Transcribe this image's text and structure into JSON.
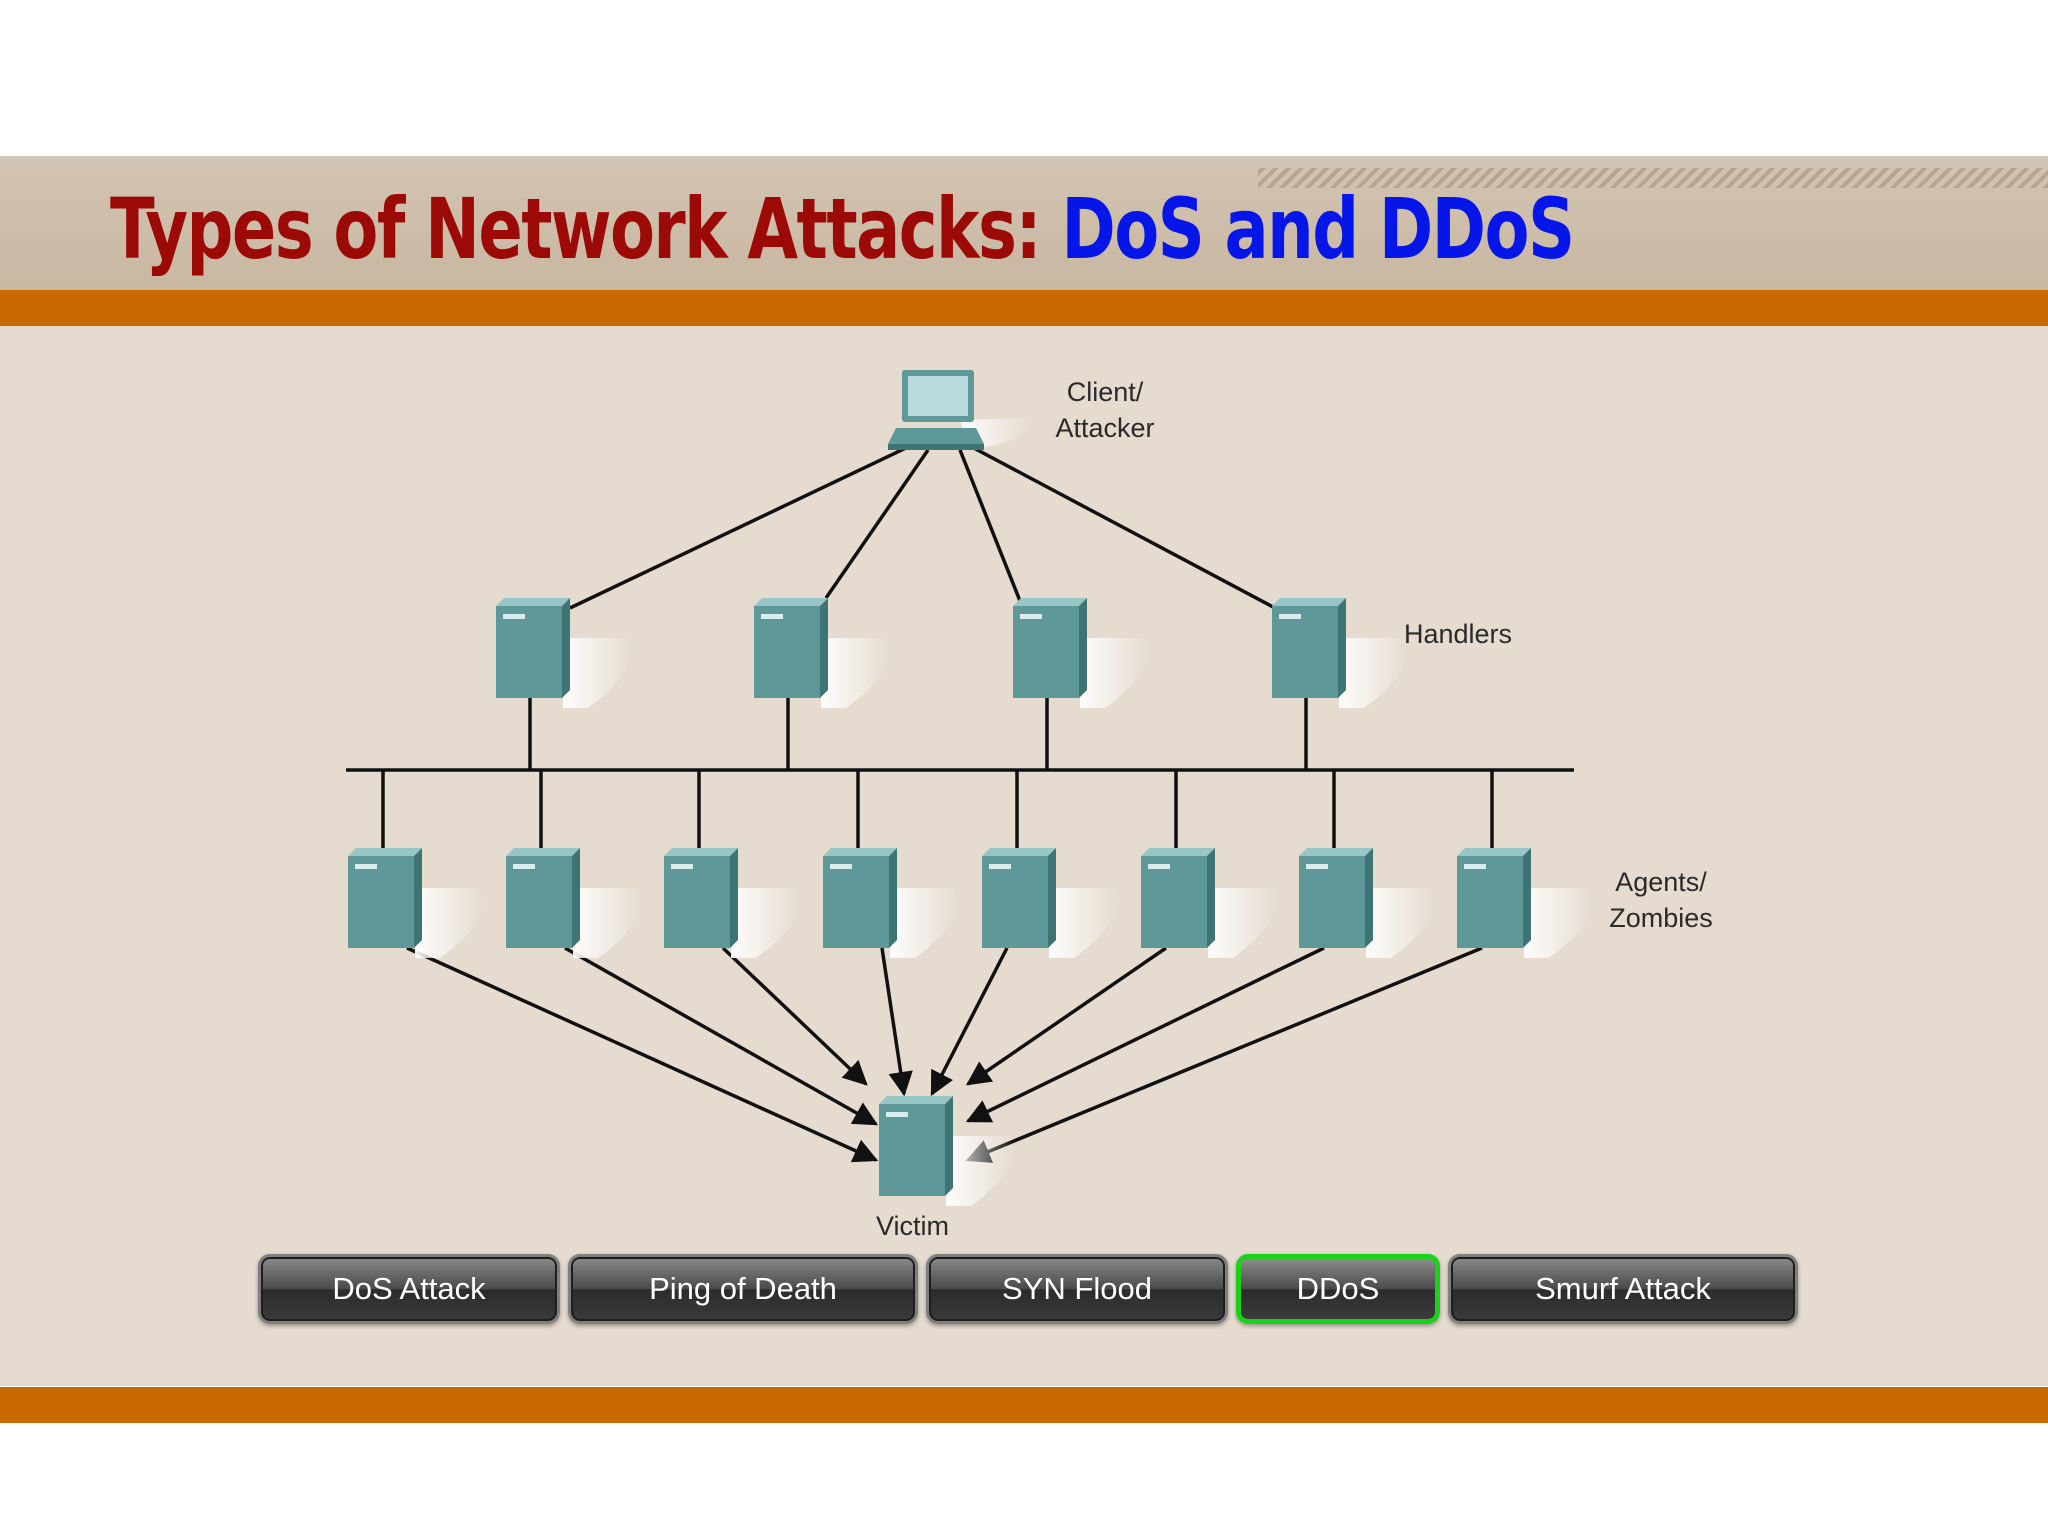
{
  "slide": {
    "title_part1": "Types of Network Attacks: ",
    "title_part2": "DoS and DDoS",
    "colors": {
      "title_red": "#9b0a06",
      "title_blue": "#0716e8",
      "band_orange": "#c96a00",
      "title_band": "#ccbba6",
      "panel": "#e5dccf",
      "device_teal": "#5f9898",
      "active_button_border": "#1bd21b"
    }
  },
  "diagram": {
    "labels": {
      "client": "Client/\nAttacker",
      "handlers": "Handlers",
      "agents": "Agents/\nZombies",
      "victim": "Victim"
    },
    "icons": {
      "client": "laptop-icon",
      "handler": "server-tower-icon",
      "agent": "server-tower-icon",
      "victim": "server-tower-icon"
    },
    "counts": {
      "handlers": 4,
      "agents": 8
    }
  },
  "nav": {
    "buttons": [
      {
        "label": "DoS Attack"
      },
      {
        "label": "Ping of Death"
      },
      {
        "label": "SYN Flood"
      },
      {
        "label": "DDoS",
        "active": true
      },
      {
        "label": "Smurf Attack"
      }
    ]
  }
}
